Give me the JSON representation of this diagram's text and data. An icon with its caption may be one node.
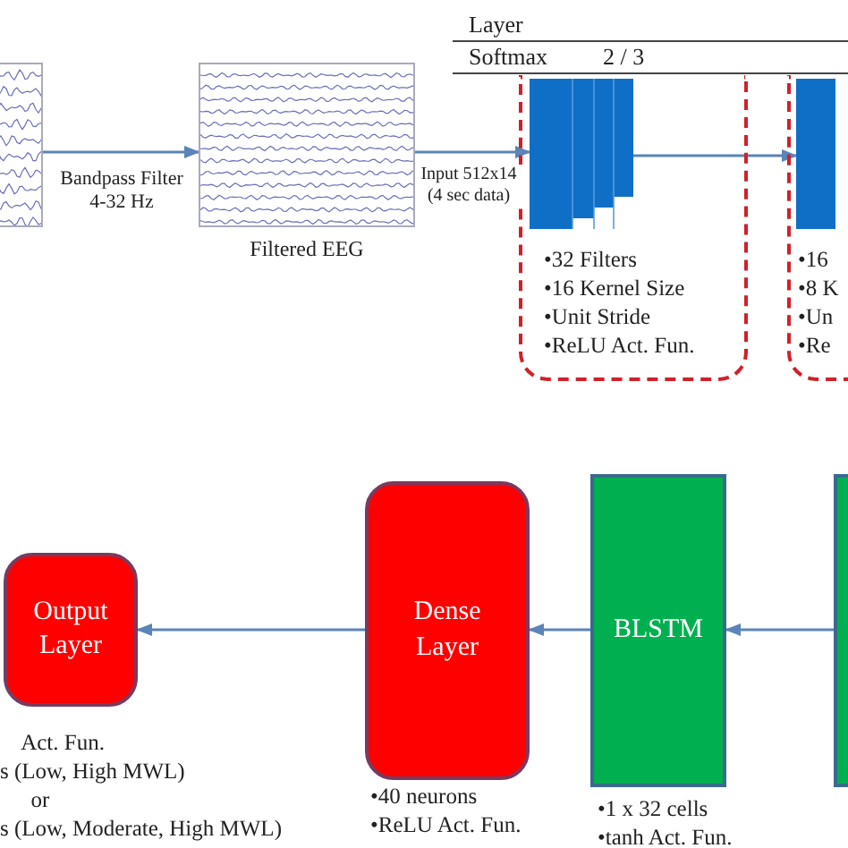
{
  "diagram": {
    "nodes": [
      {
        "text": [],
        "shape": "picture"
      },
      {
        "text": [],
        "shape": "picture",
        "beside": [
          "Filtered EEG"
        ]
      },
      {
        "text": [
          "•32 Filters",
          "•16 Kernel Size",
          "•Unit Stride",
          "•ReLU Act. Fun."
        ]
      },
      {
        "text": [],
        "shape": "picture",
        "in": 2
      },
      {
        "text": [
          "•16",
          "•8 K",
          "•Un",
          "•Re"
        ]
      },
      {
        "text": [],
        "shape": "box",
        "in": 4
      },
      {
        "text": [
          "Output Layer"
        ],
        "beside": [
          "Act. Fun.",
          "s (Low, High MWL)",
          "or",
          "s (Low, Moderate, High MWL)"
        ]
      },
      {
        "text": [
          "Dense Layer"
        ],
        "beside": [
          "•40 neurons",
          "•ReLU Act. Fun."
        ]
      },
      {
        "text": [
          "BLSTM"
        ],
        "beside": [
          "•1 x 32 cells",
          "•tanh Act. Fun."
        ]
      },
      {
        "text": [],
        "shape": "box"
      }
    ],
    "edges": [
      {
        "from": 0,
        "to": 1,
        "arrow": "to",
        "label": "Bandpass Filter 4-32 Hz"
      },
      {
        "from": 1,
        "to": 3,
        "arrow": "to",
        "label": "Input 512x14 (4 sec data)"
      },
      {
        "from": 3,
        "to": 5,
        "arrow": "to"
      },
      {
        "from": 9,
        "to": 8,
        "arrow": "to"
      },
      {
        "from": 8,
        "to": 7,
        "arrow": "to"
      },
      {
        "from": 7,
        "to": 6,
        "arrow": "to"
      }
    ],
    "labels": [
      "Layer",
      "Softmax",
      "2 / 3"
    ]
  }
}
